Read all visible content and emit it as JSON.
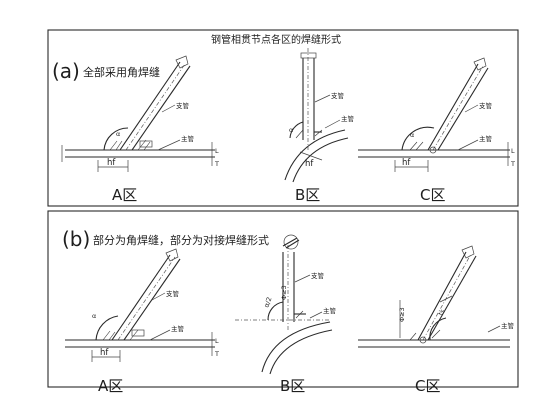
{
  "title": "钢管相贯节点各区的焊缝形式",
  "section_a": {
    "tag": "(a)",
    "caption": "全部采用角焊缝",
    "zones": [
      "A区",
      "B区",
      "C区"
    ]
  },
  "section_b": {
    "tag": "(b)",
    "caption": "部分为角焊缝，部分为对接焊缝形式",
    "zones": [
      "A区",
      "B区",
      "C区"
    ]
  },
  "labels": {
    "branch_pipe": "支管",
    "main_pipe": "主管",
    "hf": "hf",
    "L": "L",
    "T": "T",
    "angle_a": "α",
    "t_s": "ts",
    "alpha_2": "α/2",
    "phi_3": "Φ≥3"
  },
  "colors": {
    "ink": "#2a2a2a",
    "background": "#ffffff"
  }
}
